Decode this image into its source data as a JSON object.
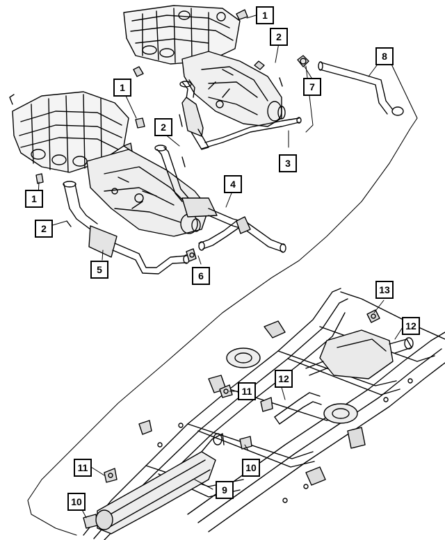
{
  "diagram": {
    "callouts": [
      {
        "label": "1"
      },
      {
        "label": "2"
      },
      {
        "label": "7"
      },
      {
        "label": "8"
      },
      {
        "label": "1"
      },
      {
        "label": "2"
      },
      {
        "label": "3"
      },
      {
        "label": "4"
      },
      {
        "label": "1"
      },
      {
        "label": "2"
      },
      {
        "label": "5"
      },
      {
        "label": "6"
      },
      {
        "label": "13"
      },
      {
        "label": "12"
      },
      {
        "label": "12"
      },
      {
        "label": "11"
      },
      {
        "label": "11"
      },
      {
        "label": "10"
      },
      {
        "label": "9"
      },
      {
        "label": "10"
      }
    ]
  }
}
